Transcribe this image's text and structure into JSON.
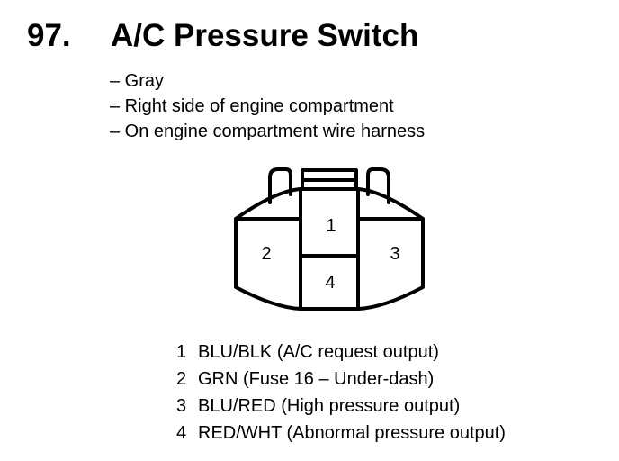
{
  "title": {
    "number": "97.",
    "text": "A/C Pressure Switch"
  },
  "description": [
    "– Gray",
    "– Right side of engine compartment",
    "– On engine compartment wire harness"
  ],
  "connector": {
    "terminal_labels": [
      "1",
      "2",
      "3",
      "4"
    ]
  },
  "pins": [
    {
      "num": "1",
      "desc": "BLU/BLK (A/C request output)"
    },
    {
      "num": "2",
      "desc": "GRN (Fuse 16 – Under-dash)"
    },
    {
      "num": "3",
      "desc": "BLU/RED (High pressure output)"
    },
    {
      "num": "4",
      "desc": "RED/WHT (Abnormal pressure output)"
    }
  ]
}
